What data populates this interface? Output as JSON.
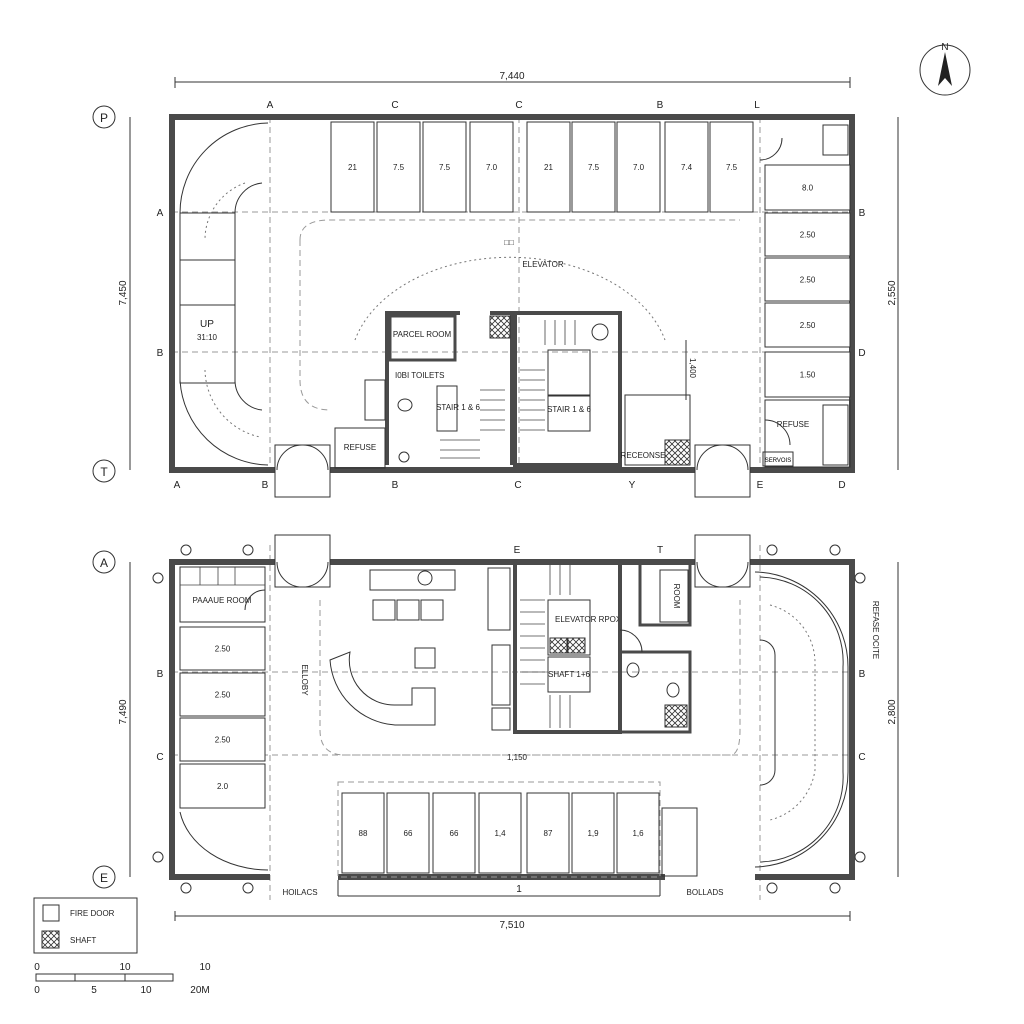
{
  "north_arrow": {
    "label": "N"
  },
  "top_plan": {
    "overall_width": "7,440",
    "left_height": "7,450",
    "right_height": "2,550",
    "core_dim": "1,400",
    "row_markers": [
      "P",
      "T"
    ],
    "grid_top": [
      "A",
      "C",
      "C",
      "B",
      "L"
    ],
    "grid_bottom": [
      "A",
      "B",
      "B",
      "C",
      "Y",
      "E",
      "D"
    ],
    "grid_left": [
      "A",
      "B"
    ],
    "grid_right": [
      "B",
      "D"
    ],
    "ramp_label": "UP",
    "ramp_ratio": "31:10",
    "elevator_label": "ELEVATOR",
    "parcel_room": "PARCEL ROOM",
    "lobby_toilets": "I0BI TOILETS",
    "stair_1": "STAIR 1 & 6",
    "stair_2": "STAIR 1 & 6",
    "refuse_left": "REFUSE",
    "refuse_right": "REFUSE",
    "services": "SERVOIS",
    "reception": "RECEONSE",
    "top_stalls": [
      "21",
      "7.5",
      "7.5",
      "7.0",
      "21",
      "7.5",
      "7.0",
      "7.4",
      "7.5"
    ],
    "right_stalls": [
      "8.0",
      "2.50",
      "2.50",
      "2.50",
      "1.50"
    ]
  },
  "bottom_plan": {
    "overall_width": "7,510",
    "left_height": "7,490",
    "right_height": "2,800",
    "row_markers": [
      "A",
      "E"
    ],
    "grid_top": [
      "E",
      "T"
    ],
    "grid_left": [
      "B",
      "C"
    ],
    "grid_right": [
      "B",
      "C"
    ],
    "parking_room": "PAAAUE ROOM",
    "lobby": "ELLOBY",
    "elevator_room": "ELEVATOR RPOX",
    "shaft": "SHAFT 1+6",
    "room": "ROOM",
    "refuse_chute": "REFASE OCITE",
    "aisle_dim": "1,150",
    "bay_dim": "1",
    "bollards_left": "HOILACS",
    "bollards_right": "BOLLADS",
    "left_stalls": [
      "2.50",
      "2.50",
      "2.50",
      "2.0"
    ],
    "bottom_stalls": [
      "88",
      "66",
      "66",
      "1,4",
      "87",
      "1,9",
      "1,6"
    ]
  },
  "legend": {
    "items": [
      {
        "label": "FIRE DOOR",
        "symbol": "empty-square"
      },
      {
        "label": "SHAFT",
        "symbol": "crosshatch-square"
      }
    ]
  },
  "scale_bar": {
    "top_labels": [
      "0",
      "10",
      "10"
    ],
    "bottom_labels": [
      "0",
      "5",
      "10",
      "20M"
    ]
  }
}
